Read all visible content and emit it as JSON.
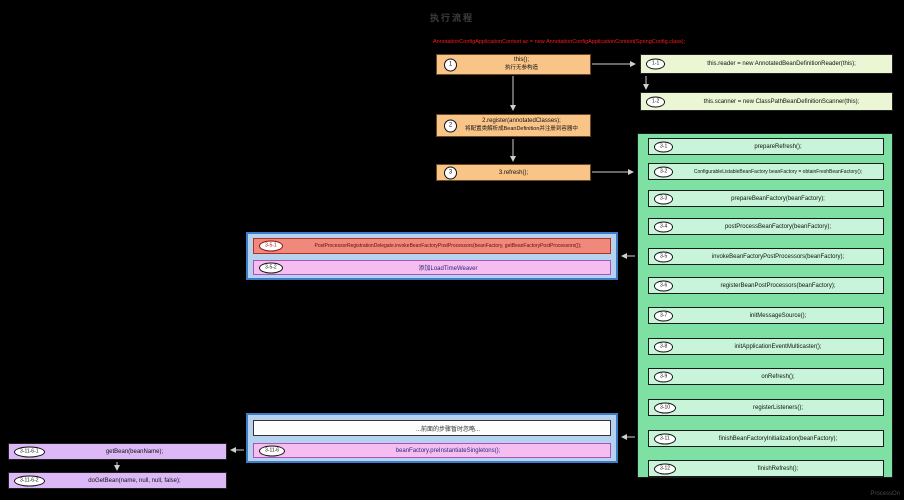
{
  "page": {
    "title": "执行流程",
    "code_line": "AnnotationConfigApplicationContext ac = new AnnotationConfigApplicationContext(SpringConfig.class);",
    "watermark": "ProcessOn"
  },
  "colors": {
    "background": "#000000",
    "orange_node": "#f8c488",
    "reader_node": "#eaf6d4",
    "refresh_container": "#7fe0a3",
    "refresh_row": "#c8f5d9",
    "detail_container": "#b5d2ef",
    "detail_border": "#3e7cc7",
    "red_row": "#f0887c",
    "pink_row": "#f5bdf0",
    "purple_node": "#dcb9f6",
    "code_text": "#ff1a1a"
  },
  "constructor_flow": {
    "step1": {
      "num": "1",
      "line1": "this();",
      "line2": "执行无参构造"
    },
    "step2": {
      "num": "2",
      "line1": "2.register(annotatedClasses);",
      "line2": "将配置类解析成BeanDefinition并注册到容器中"
    },
    "step3": {
      "num": "3",
      "line1": "3.refresh();"
    }
  },
  "reader_flow": {
    "row1": {
      "id": "1-1",
      "label": "this.reader = new AnnotatedBeanDefinitionReader(this);"
    },
    "row2": {
      "id": "1-2",
      "label": "this.scanner = new ClassPathBeanDefinitionScanner(this);"
    }
  },
  "refresh_flow": {
    "steps": [
      {
        "id": "3-1",
        "label": "prepareRefresh();"
      },
      {
        "id": "3-2",
        "label": "ConfigurableListableBeanFactory beanFactory = obtainFreshBeanFactory();"
      },
      {
        "id": "3-3",
        "label": "prepareBeanFactory(beanFactory);"
      },
      {
        "id": "3-4",
        "label": "postProcessBeanFactory(beanFactory);"
      },
      {
        "id": "3-5",
        "label": "invokeBeanFactoryPostProcessors(beanFactory);"
      },
      {
        "id": "3-6",
        "label": "registerBeanPostProcessors(beanFactory);"
      },
      {
        "id": "3-7",
        "label": "initMessageSource();"
      },
      {
        "id": "3-8",
        "label": "initApplicationEventMulticaster();"
      },
      {
        "id": "3-9",
        "label": "onRefresh();"
      },
      {
        "id": "3-10",
        "label": "registerListeners();"
      },
      {
        "id": "3-11",
        "label": "finishBeanFactoryInitialization(beanFactory);"
      },
      {
        "id": "3-12",
        "label": "finishRefresh();"
      }
    ]
  },
  "invoke_detail": {
    "row1": {
      "id": "3-5-1",
      "label": "PostProcessorRegistrationDelegate.invokeBeanFactoryPostProcessors(beanFactory, getBeanFactoryPostProcessors());"
    },
    "row2": {
      "id": "3-5-2",
      "label": "添加LoadTimeWeaver"
    }
  },
  "preinstantiate_detail": {
    "row1": {
      "label": "...前面的步骤暂时忽略..."
    },
    "row2": {
      "id": "3-11-6",
      "label": "beanFactory.preInstantiateSingletons();"
    }
  },
  "getbean_flow": {
    "row1": {
      "id": "3-11-6-1",
      "label": "getBean(beanName);"
    },
    "row2": {
      "id": "3-11-6-2",
      "label": "doGetBean(name, null, null, false);"
    }
  }
}
